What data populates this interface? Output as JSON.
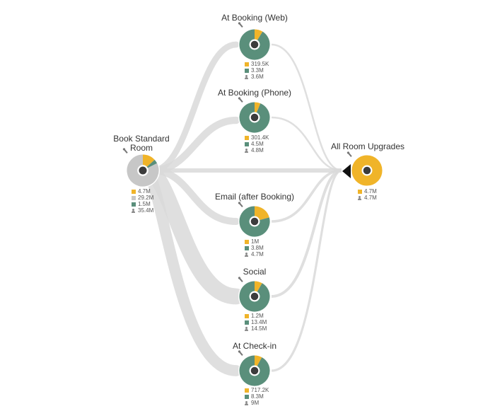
{
  "colors": {
    "conversion": "#f0b429",
    "engaged": "#5a8f7b",
    "not_engaged": "#c7c7c7",
    "flow": "#d9d9d9",
    "hub": "#3c3c3c"
  },
  "icons": {
    "pin": "pin-icon",
    "people": "people-icon",
    "target": "arrow-target-icon"
  },
  "nodes": {
    "source": {
      "title_line1": "Book Standard",
      "title_line2": "Room",
      "legend": [
        "4.7M",
        "29.2M",
        "1.5M",
        "35.4M"
      ],
      "segments": [
        4.7,
        1.5,
        29.2
      ]
    },
    "web": {
      "title": "At Booking (Web)",
      "legend": [
        "319.5K",
        "3.3M",
        "3.6M"
      ],
      "segments": [
        0.3195,
        3.3
      ]
    },
    "phone": {
      "title": "At Booking (Phone)",
      "legend": [
        "301.4K",
        "4.5M",
        "4.8M"
      ],
      "segments": [
        0.3014,
        4.5
      ]
    },
    "email": {
      "title": "Email (after Booking)",
      "legend": [
        "1M",
        "3.8M",
        "4.7M"
      ],
      "segments": [
        1.0,
        3.8
      ]
    },
    "social": {
      "title": "Social",
      "legend": [
        "1.2M",
        "13.4M",
        "14.5M"
      ],
      "segments": [
        1.2,
        13.4
      ]
    },
    "checkin": {
      "title": "At Check-in",
      "legend": [
        "717.2K",
        "8.3M",
        "9M"
      ],
      "segments": [
        0.7172,
        8.3
      ]
    },
    "target": {
      "title": "All Room Upgrades",
      "legend": [
        "4.7M",
        "4.7M"
      ],
      "segments": [
        4.7
      ]
    }
  },
  "flows": {
    "from_source": {
      "web": 3.6,
      "phone": 4.8,
      "direct": 4.7,
      "email": 4.7,
      "social": 14.5,
      "checkin": 9.0
    },
    "to_target": {
      "web": 0.3195,
      "phone": 0.3014,
      "email": 1.0,
      "social": 1.2,
      "checkin": 0.7172
    }
  }
}
